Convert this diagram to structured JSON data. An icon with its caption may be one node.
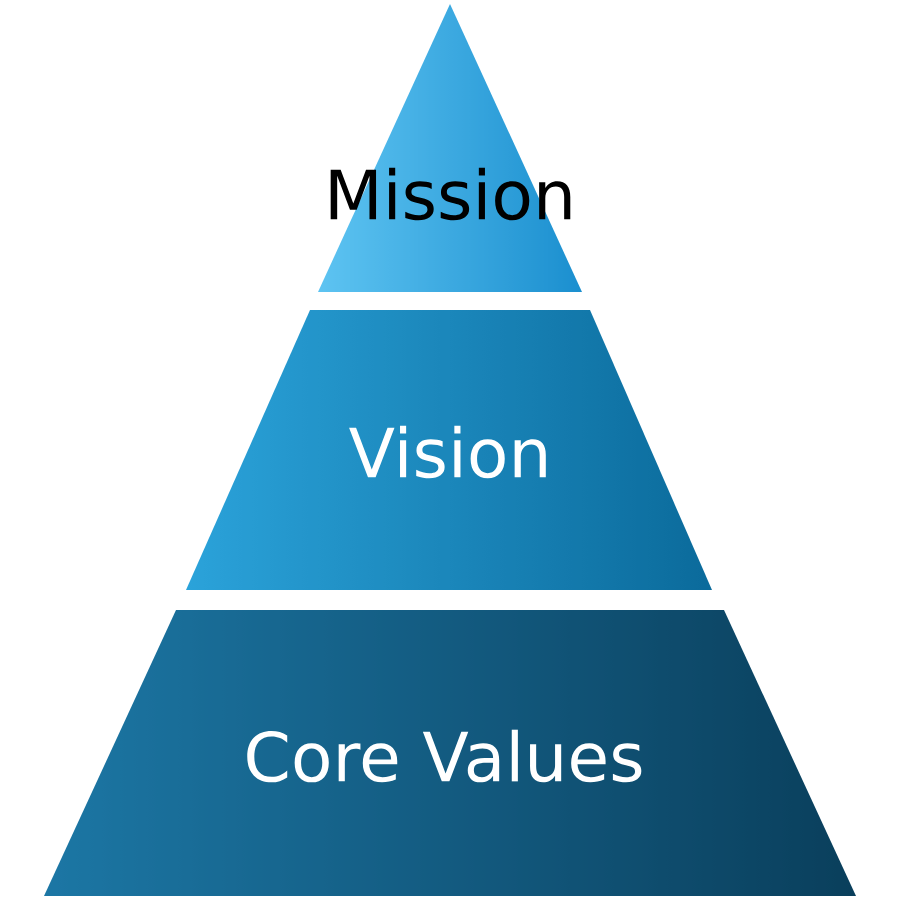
{
  "diagram": {
    "nodes": [
      {
        "text": [
          "Mission"
        ]
      },
      {
        "text": [
          "Vision"
        ]
      },
      {
        "text": [
          "Core Values"
        ]
      }
    ]
  }
}
